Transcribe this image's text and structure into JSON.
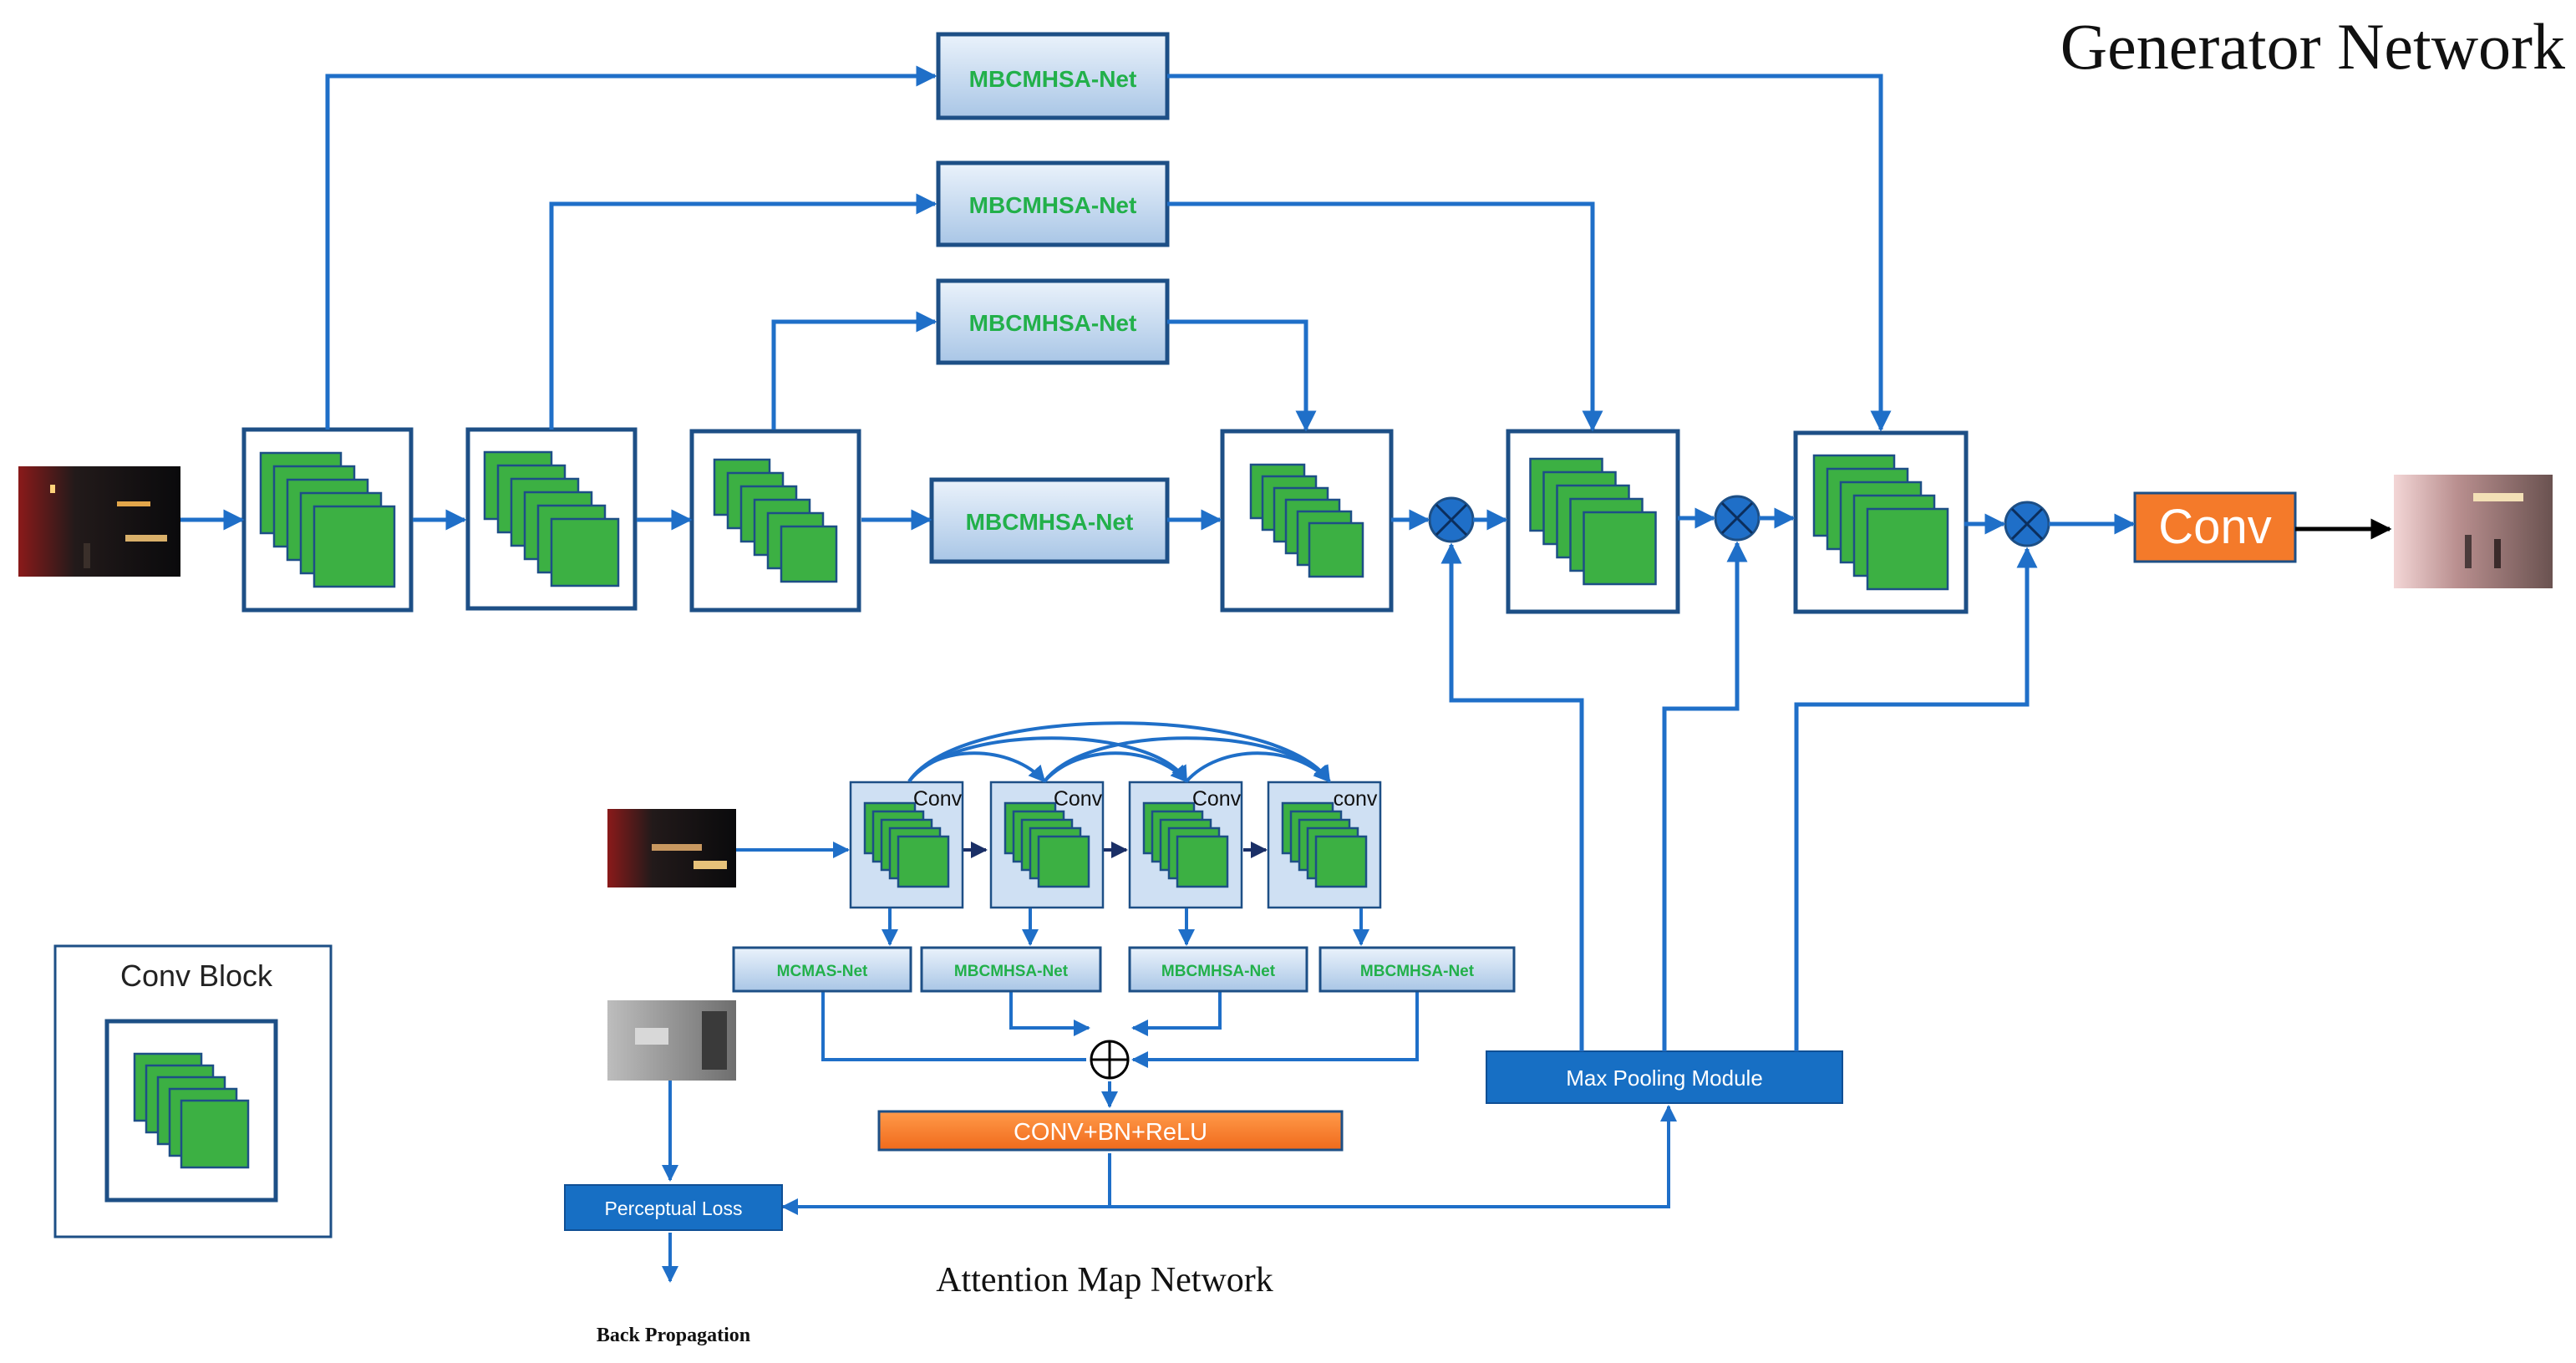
{
  "title": "Generator Network",
  "modules": {
    "mbc_top": "MBCMHSA-Net",
    "mbc_second": "MBCMHSA-Net",
    "mbc_third": "MBCMHSA-Net",
    "mbc_main": "MBCMHSA-Net",
    "conv_out": "Conv",
    "max_pool": "Max Pooling Module"
  },
  "attention": {
    "title": "Attention Map Network",
    "conv_labels": [
      "Conv",
      "Conv",
      "Conv",
      "conv"
    ],
    "sub_modules": [
      "MCMAS-Net",
      "MBCMHSA-Net",
      "MBCMHSA-Net",
      "MBCMHSA-Net"
    ],
    "fusion": "CONV+BN+ReLU",
    "loss": "Perceptual Loss",
    "backprop": "Back Propagation"
  },
  "legend": {
    "title": "Conv Block"
  },
  "colors": {
    "arrow": "#1f6fc8",
    "box_border": "#1d4f86",
    "green": "#3cb043",
    "orange": "#f47a2a",
    "module_text": "#22b04a",
    "pool_fill": "#176fc4"
  }
}
